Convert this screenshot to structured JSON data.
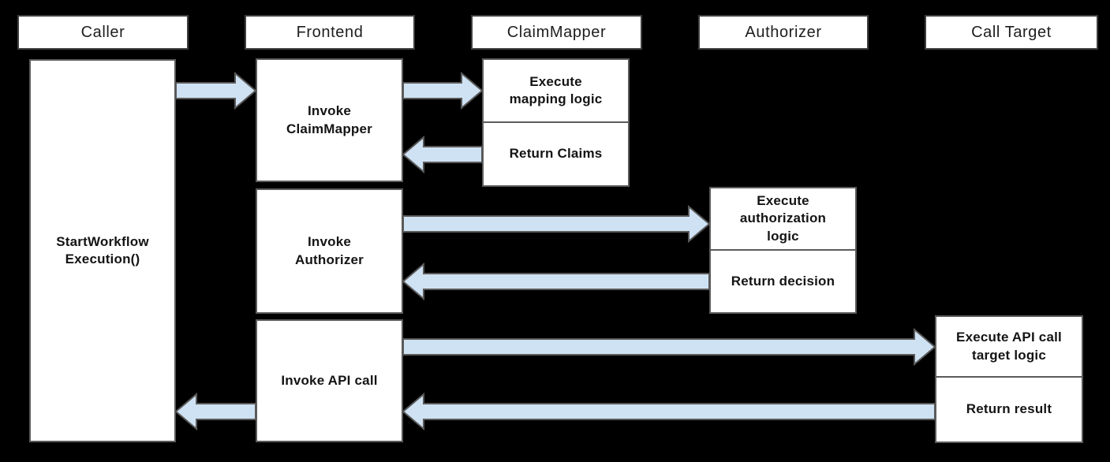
{
  "colors": {
    "background": "#000000",
    "box_fill": "#ffffff",
    "box_border": "#5b5b5b",
    "header_border": "#3f3f3f",
    "arrow_fill": "#cfe2f3",
    "arrow_stroke": "#595959",
    "text": "#141414"
  },
  "lanes": {
    "caller": {
      "header": "Caller"
    },
    "frontend": {
      "header": "Frontend"
    },
    "claim_mapper": {
      "header": "ClaimMapper"
    },
    "authorizer": {
      "header": "Authorizer"
    },
    "call_target": {
      "header": "Call Target"
    }
  },
  "steps": {
    "start_workflow_execution": "StartWorkflow\nExecution()",
    "invoke_claim_mapper": "Invoke\nClaimMapper",
    "invoke_authorizer": "Invoke\nAuthorizer",
    "invoke_api_call": "Invoke API call",
    "execute_mapping_logic": "Execute\nmapping logic",
    "return_claims": "Return Claims",
    "execute_authorization_logic": "Execute\nauthorization\nlogic",
    "return_decision": "Return decision",
    "execute_api_call_target_logic": "Execute API call\ntarget logic",
    "return_result": "Return result"
  },
  "edges": [
    {
      "from": "Caller",
      "to": "Frontend"
    },
    {
      "from": "Frontend",
      "to": "ClaimMapper"
    },
    {
      "from": "ClaimMapper",
      "to": "Frontend"
    },
    {
      "from": "Frontend",
      "to": "Authorizer"
    },
    {
      "from": "Authorizer",
      "to": "Frontend"
    },
    {
      "from": "Frontend",
      "to": "Call Target"
    },
    {
      "from": "Call Target",
      "to": "Frontend"
    },
    {
      "from": "Frontend",
      "to": "Caller"
    }
  ]
}
